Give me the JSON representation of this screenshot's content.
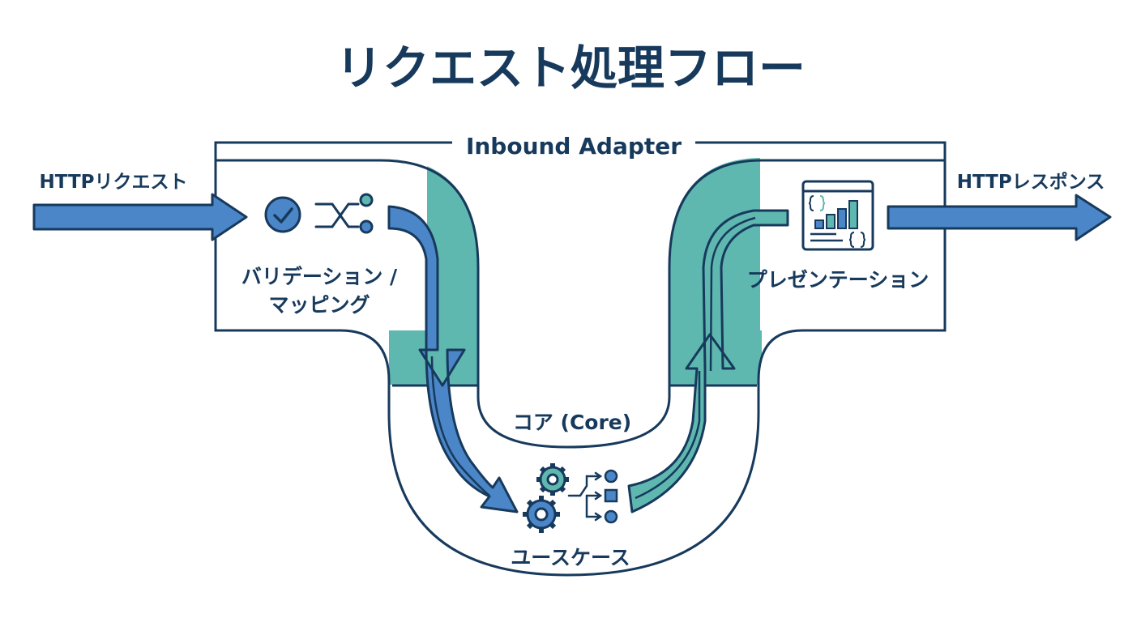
{
  "title": "リクエスト処理フロー",
  "adapter_label": "Inbound Adapter",
  "request_label": "HTTPリクエスト",
  "response_label": "HTTPレスポンス",
  "validation_line1": "バリデーション /",
  "validation_line2": "マッピング",
  "presentation_label": "プレゼンテーション",
  "core_label": "コア (Core)",
  "usecase_label": "ユースケース",
  "colors": {
    "navy": "#173a5c",
    "blue": "#4a86c8",
    "teal": "#5fb8b0",
    "outline": "#173a5c"
  },
  "icons": [
    "check-circle-icon",
    "shuffle-icon",
    "code-chart-window-icon",
    "gears-icon",
    "flow-branch-icon"
  ]
}
